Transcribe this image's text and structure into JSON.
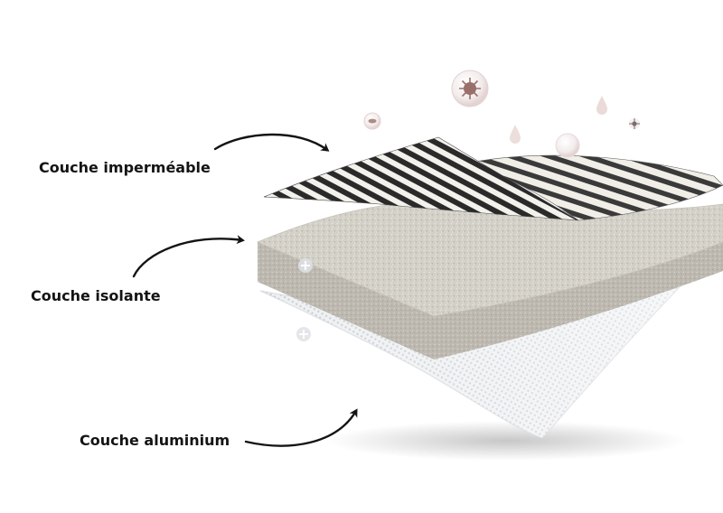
{
  "labels": {
    "waterproof": "Couche imperméable",
    "insulating": "Couche isolante",
    "aluminium": "Couche aluminium"
  },
  "colors": {
    "stripe_dark": "#2b2b2b",
    "stripe_light": "#f2f0ec",
    "foam": "#cfccc4",
    "foam_side": "#b9b5ab",
    "mesh": "#e9ebee",
    "arrow": "#141414",
    "text": "#141414"
  },
  "icons": [
    "virus-icon",
    "bacteria-icon",
    "droplet-icon",
    "plus-icon"
  ]
}
